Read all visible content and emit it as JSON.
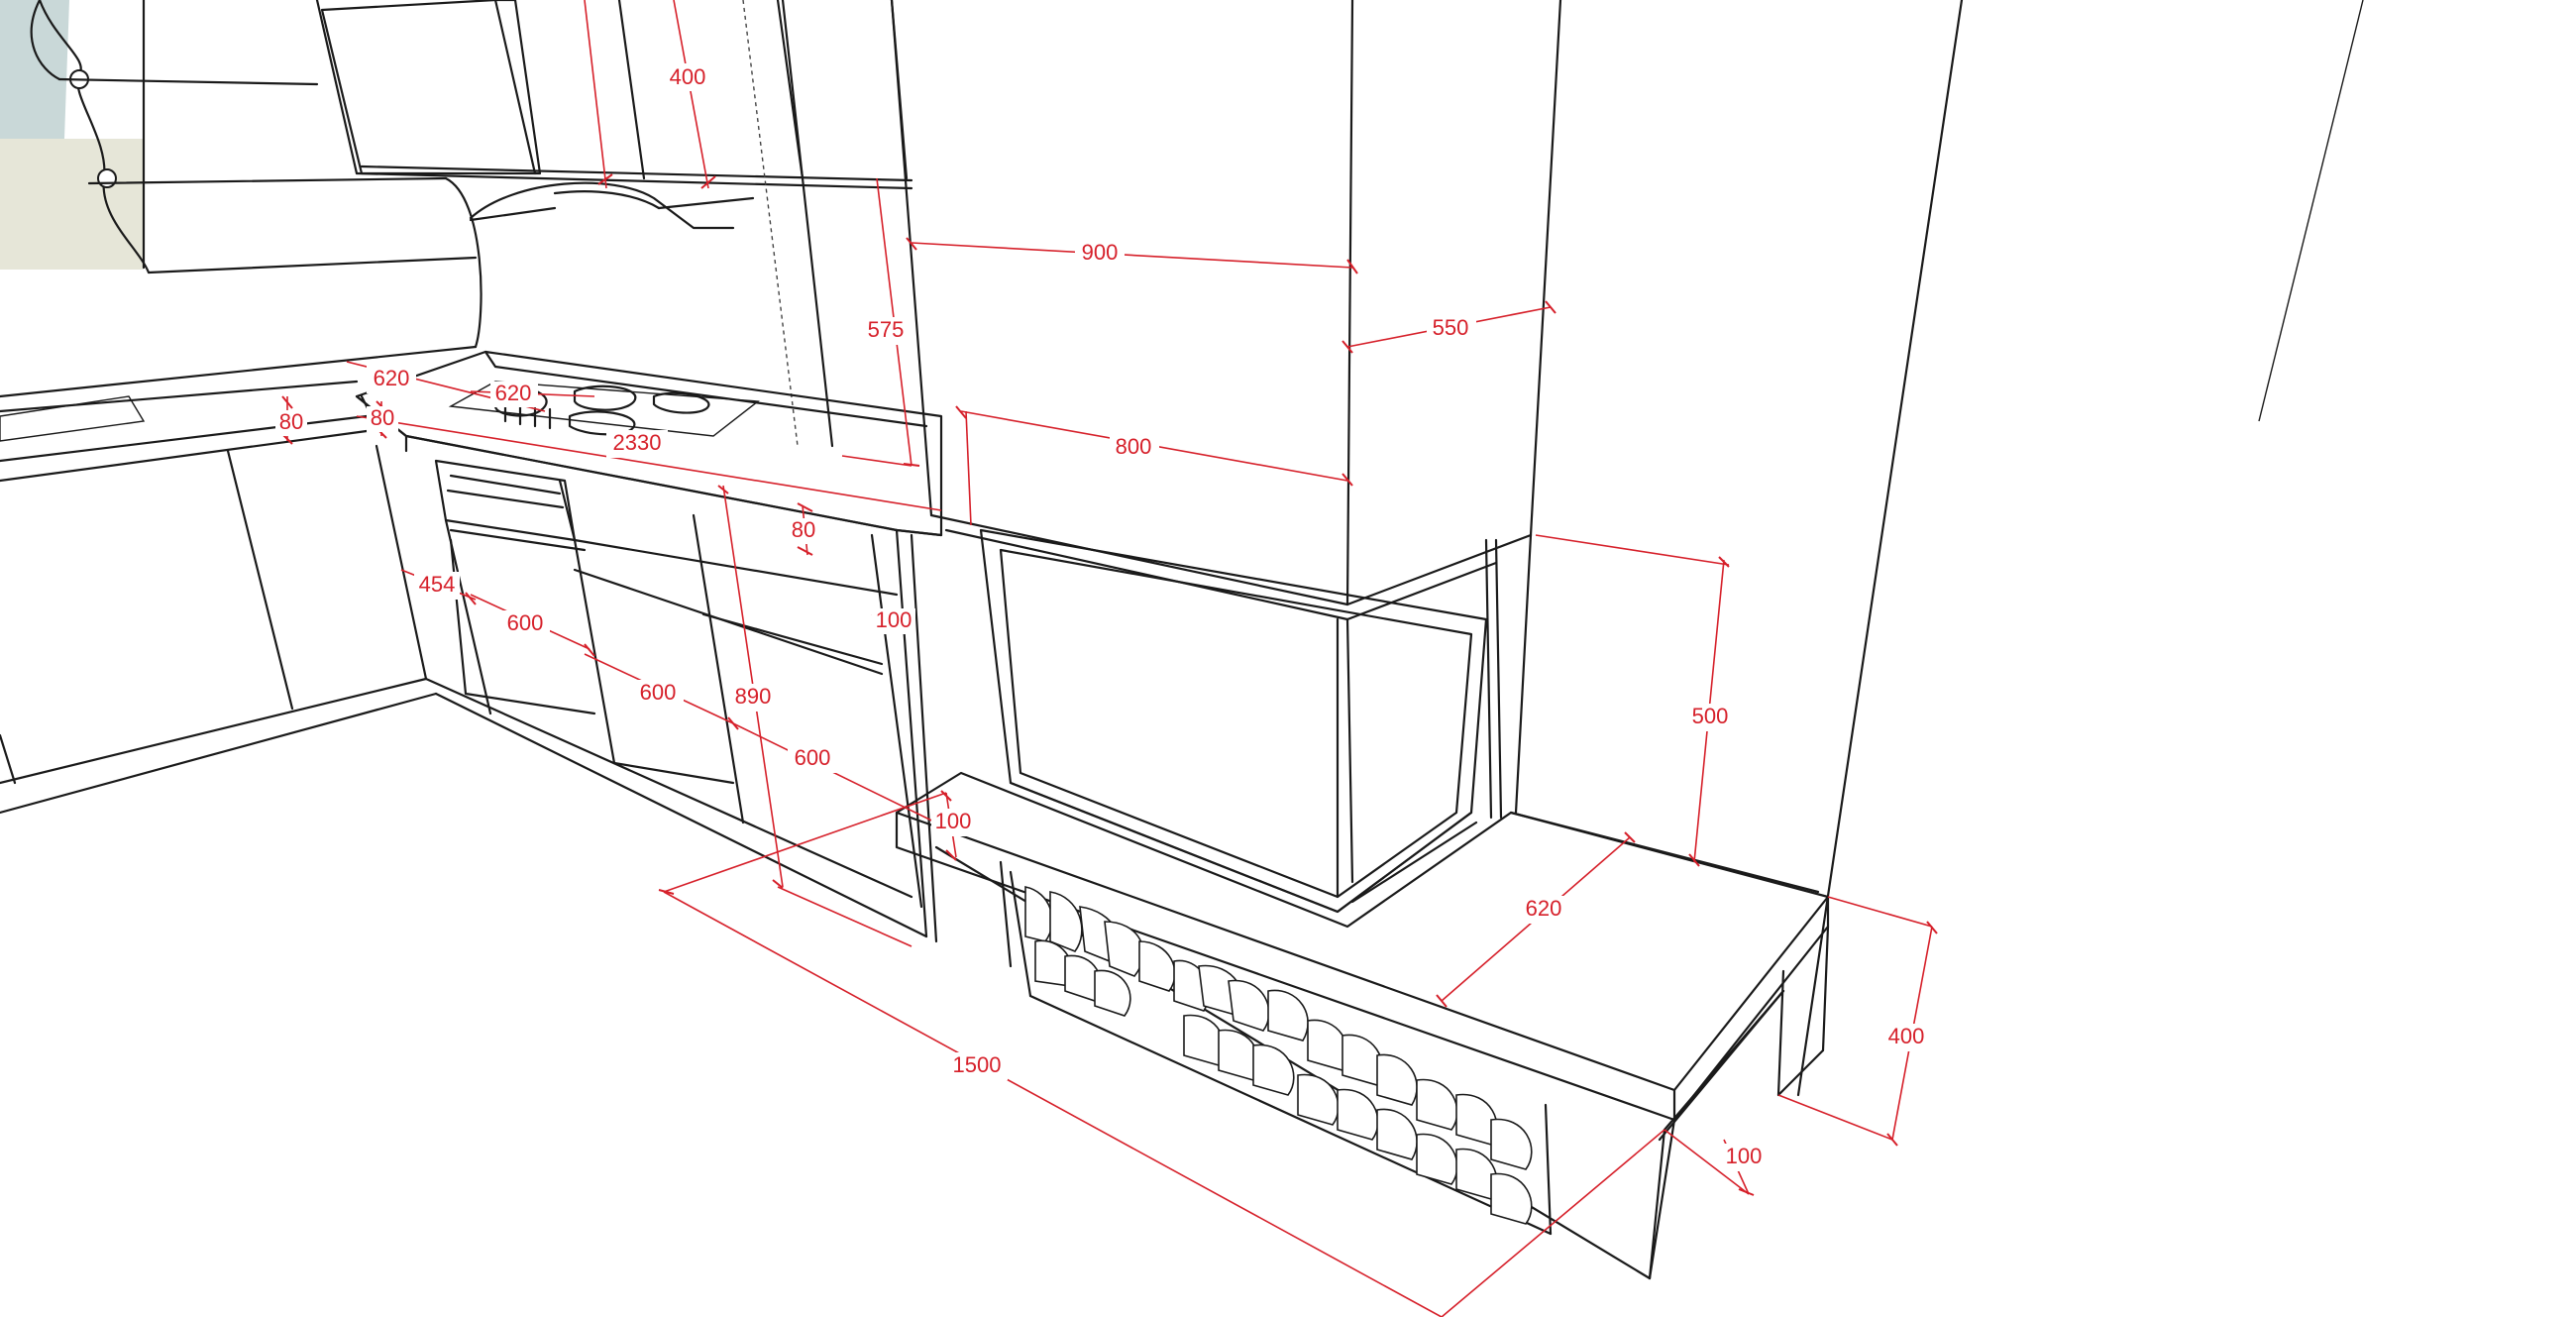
{
  "dimensions": {
    "upper_cabinet_width": "400",
    "hood_height": "575",
    "chimney_width_top": "900",
    "chimney_depth": "550",
    "chimney_width_bottom": "800",
    "counter_depth_left": "620",
    "counter_depth_hob": "620",
    "counter_thickness_left": "80",
    "counter_thickness_corner": "80",
    "counter_length": "2330",
    "counter_edge": "80",
    "side_panel": "100",
    "drawer_width_454": "454",
    "oven_width": "600",
    "drawer_width_b": "600",
    "drawer_width_c": "600",
    "cabinet_height": "890",
    "plinth_height": "100",
    "firebox_height": "500",
    "bench_depth": "620",
    "bench_height": "400",
    "bench_side": "100",
    "total_length": "1500"
  },
  "colors": {
    "line": "#1a1a1a",
    "dimension": "#d6202a",
    "window_glass": "#c9d8d8",
    "window_sill": "#e6e6d8"
  }
}
